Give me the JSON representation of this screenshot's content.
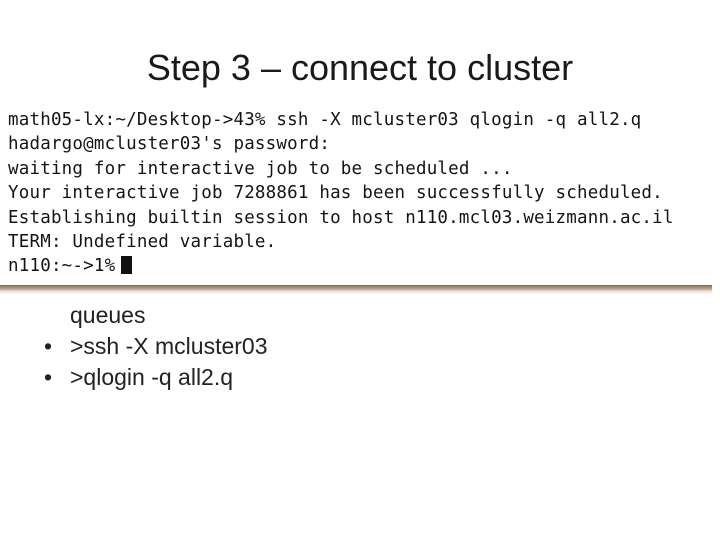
{
  "slide": {
    "title": "Step 3 – connect to cluster",
    "bullets": [
      {
        "marker": "",
        "text": "queues",
        "continuation": true
      },
      {
        "marker": "•",
        "text": ">ssh -X mcluster03",
        "continuation": false
      },
      {
        "marker": "•",
        "text": ">qlogin -q all2.q",
        "continuation": false
      }
    ]
  },
  "terminal": {
    "lines": [
      "math05-lx:~/Desktop->43% ssh -X mcluster03 qlogin -q all2.q",
      "hadargo@mcluster03's password:",
      "waiting for interactive job to be scheduled ...",
      "Your interactive job 7288861 has been successfully scheduled.",
      "Establishing builtin session to host n110.mcl03.weizmann.ac.il",
      "TERM: Undefined variable.",
      "n110:~->1%"
    ]
  }
}
